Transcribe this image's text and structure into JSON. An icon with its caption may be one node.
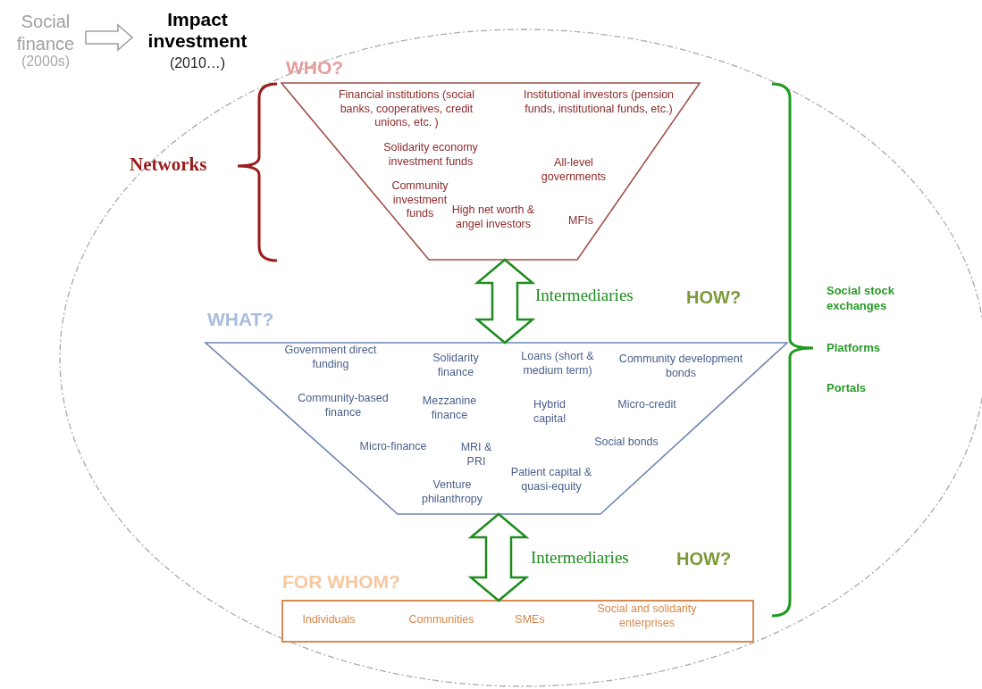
{
  "diagram": {
    "nodes": [
      {
        "text": [
          "Social finance",
          "(2000s)"
        ]
      },
      {
        "text": [
          "Impact investment",
          "(2010…)"
        ]
      },
      {
        "text": [
          "WHO?",
          "Financial institutions (social banks, cooperatives, credit unions, etc. )",
          "Institutional investors (pension funds, institutional funds, etc.)",
          "Solidarity economy investment funds",
          "All-level governments",
          "Community investment funds",
          "High net worth & angel investors",
          "MFIs"
        ]
      },
      {
        "text": [
          "WHAT?",
          "Government direct funding",
          "Solidarity finance",
          "Loans (short & medium term)",
          "Community development bonds",
          "Community-based finance",
          "Mezzanine finance",
          "Hybrid capital",
          "Micro-credit",
          "Micro-finance",
          "MRI & PRI",
          "Social bonds",
          "Patient capital & quasi-equity",
          "Venture philanthropy"
        ]
      },
      {
        "text": [
          "FOR WHOM?",
          "Individuals",
          "Communities",
          "SMEs",
          "Social and solidarity enterprises"
        ]
      }
    ],
    "edges": [
      {
        "from": 0,
        "to": 1,
        "arrow": "to",
        "color": "#a0a0a0"
      },
      {
        "from": 2,
        "to": 3,
        "arrow": "both",
        "label": "Intermediaries"
      },
      {
        "from": 3,
        "to": 4,
        "arrow": "both",
        "label": "Intermediaries"
      }
    ],
    "labels": [
      "Networks",
      "HOW?",
      "Social stock exchanges",
      "Platforms",
      "Portals",
      "HOW?"
    ]
  }
}
